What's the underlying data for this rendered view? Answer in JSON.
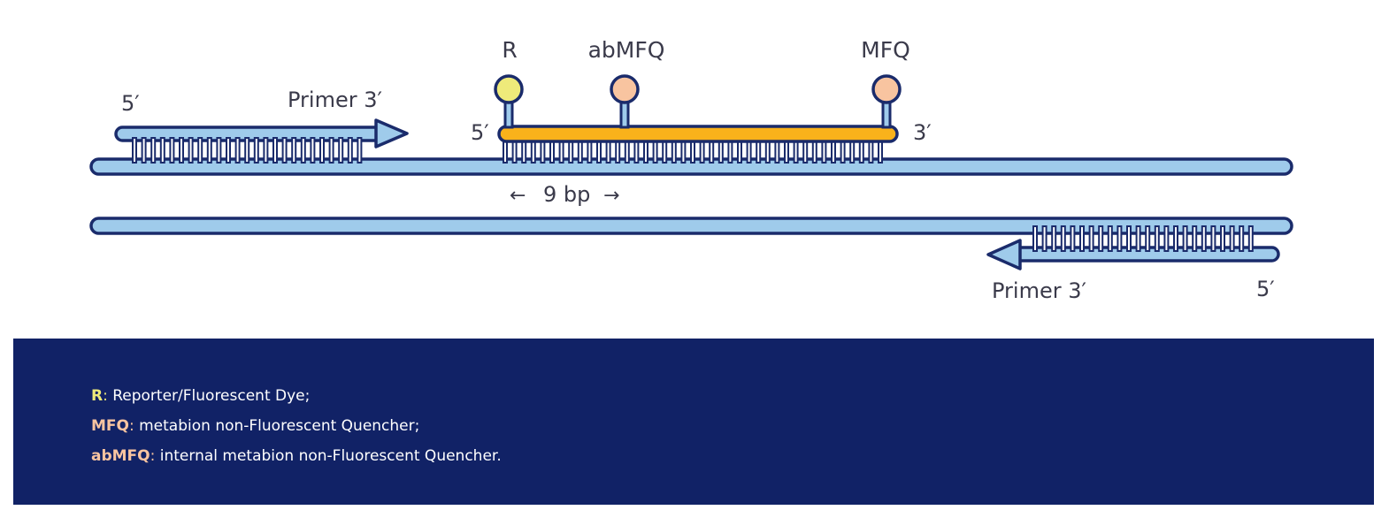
{
  "colors": {
    "strand_fill": "#9fcbeb",
    "outline": "#1a2b6b",
    "probe_fill": "#f9b21b",
    "reporter": "#eeea7a",
    "quencher": "#f8c4a0",
    "panel_bg": "#112266",
    "legend_text": "#ffffff",
    "label_text": "#3a3a4a"
  },
  "diagram": {
    "top_primer": {
      "five_prime": "5′",
      "label": "Primer 3′"
    },
    "probe": {
      "five_prime": "5′",
      "three_prime": "3′",
      "reporter_label": "R",
      "internal_quencher_label": "abMFQ",
      "quencher_label": "MFQ",
      "spacing": "9 bp",
      "arrow_left": "←",
      "arrow_right": "→"
    },
    "bottom_primer": {
      "label": "Primer 3′",
      "five_prime": "5′"
    }
  },
  "legend": [
    {
      "term": "R",
      "separator": ":",
      "text": " Reporter/Fluorescent Dye;",
      "color": "#eeea7a"
    },
    {
      "term": "MFQ",
      "separator": ":",
      "text": " metabion non-Fluorescent Quencher;",
      "color": "#f8c4a0"
    },
    {
      "term": "abMFQ",
      "separator": ":",
      "text": " internal metabion non-Fluorescent Quencher.",
      "color": "#f8c4a0"
    }
  ]
}
